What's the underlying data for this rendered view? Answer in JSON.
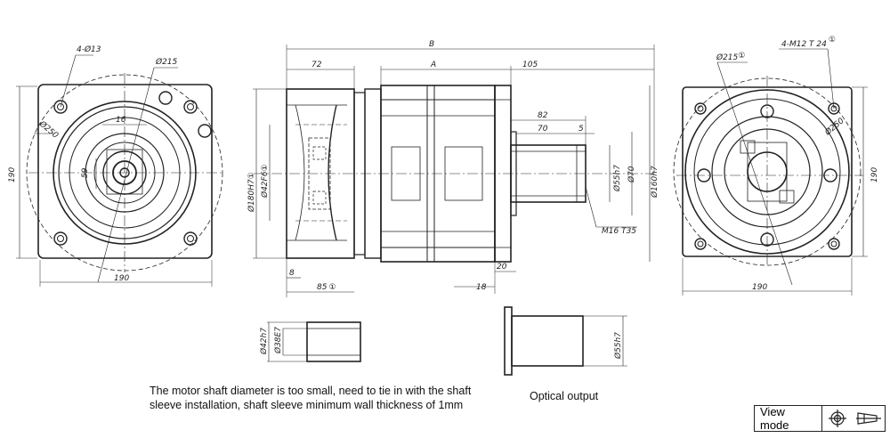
{
  "diagram": {
    "left_view": {
      "bolt_holes": "4-Ø13",
      "pcd": "Ø215",
      "circle": "Ø250",
      "key_width": "16",
      "key_depth": "59",
      "height": "190",
      "width": "190"
    },
    "side_view": {
      "overall_length": "B",
      "body_length": "A",
      "input_length": "72",
      "output_length": "105",
      "shaft_length": "82",
      "key_length": "70",
      "key_offset": "5",
      "flange_thickness": "20",
      "output_face": "18",
      "flange_small": "8",
      "motor_side_depth": "85",
      "motor_side_depth_mark": "①",
      "bore_diameter": "Ø180H7",
      "bore_mark": "①",
      "motor_shaft": "Ø42F6",
      "motor_shaft_mark": "①",
      "output_shaft": "Ø55h7",
      "output_spigot": "Ø70",
      "output_pilot": "Ø160h7",
      "thread": "M16 T35"
    },
    "right_view": {
      "bolt_holes": "4-M12 T 24",
      "bolt_holes_mark": "①",
      "pcd": "Ø215",
      "pcd_mark": "①",
      "circle": "Ø250",
      "height": "190",
      "width": "190"
    },
    "sleeve": {
      "outer": "Ø42h7",
      "inner": "Ø38E7"
    },
    "optical_shaft": {
      "diameter": "Ø55h7"
    }
  },
  "notes": {
    "sleeve_line1": "The motor shaft diameter is too small, need to tie in with the shaft",
    "sleeve_line2": "sleeve installation, shaft sleeve minimum wall thickness of 1mm",
    "optical_output": "Optical output"
  },
  "view_mode": {
    "label": "View mode",
    "first_icon": "crosshair-circle-icon",
    "second_icon": "truncated-cone-icon"
  }
}
